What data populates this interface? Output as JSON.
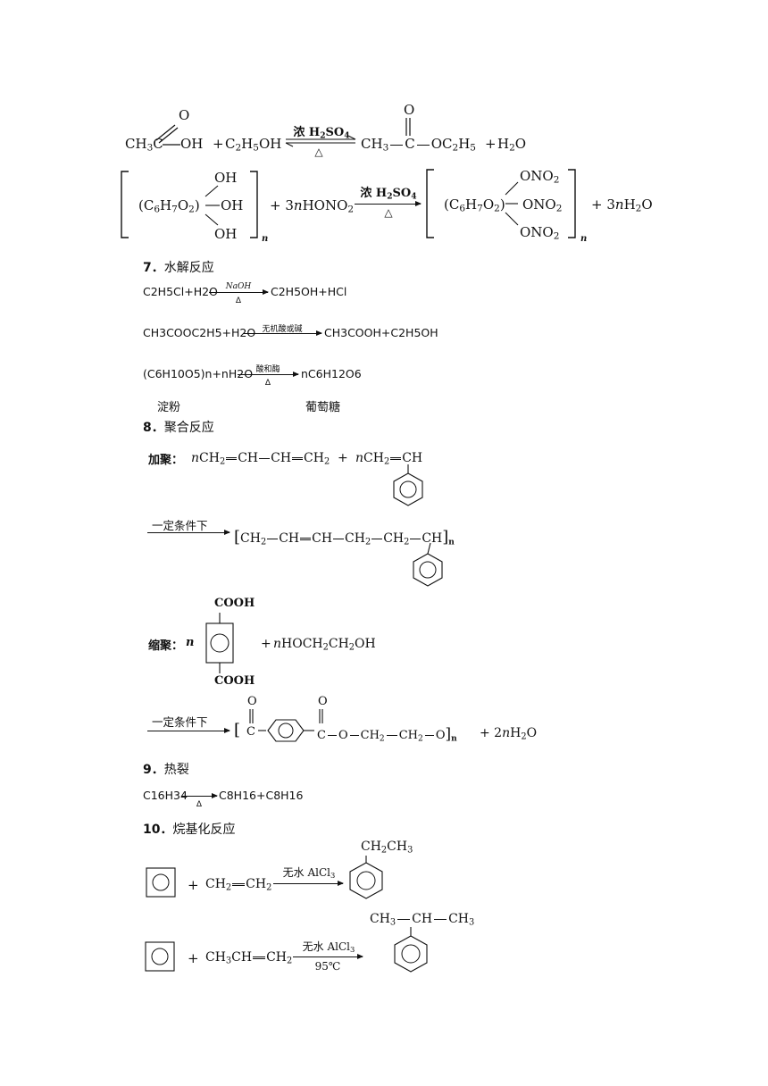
{
  "esterification": {
    "reactant1_left": "CH",
    "reactant1_sub": "3",
    "reactant1_c": "C",
    "reactant1_oh": "OH",
    "reactant1_o": "O",
    "plus1": "+",
    "reactant2_pre": "C",
    "reactant2_sub1": "2",
    "reactant2_mid": "H",
    "reactant2_sub2": "5",
    "reactant2_post": "OH",
    "catalyst_pre": "浓 H",
    "catalyst_sub1": "2",
    "catalyst_mid": "SO",
    "catalyst_sub2": "4",
    "heat": "△",
    "product_ch": "CH",
    "product_ch_sub": "3",
    "product_c": "C",
    "product_oc": "OC",
    "product_oc_sub1": "2",
    "product_h": "H",
    "product_h_sub": "5",
    "product_o": "O",
    "plus2": "+",
    "water_pre": "H",
    "water_sub": "2",
    "water_post": "O"
  },
  "nitration": {
    "unit_pre": "(C",
    "unit_sub1": "6",
    "unit_h": "H",
    "unit_sub2": "7",
    "unit_o": "O",
    "unit_sub3": "2",
    "unit_close": ")",
    "oh1": "OH",
    "oh2": "OH",
    "oh3": "OH",
    "n_sub": "n",
    "reagent": "+ 3",
    "reagent_n": "n",
    "reagent_post": "HONO",
    "reagent_sub": "2",
    "catalyst_pre": "浓 H",
    "catalyst_sub1": "2",
    "catalyst_mid": "SO",
    "catalyst_sub2": "4",
    "heat": "△",
    "ono2_pre": "ONO",
    "ono2_sub": "2",
    "product_n_sub": "n",
    "water": "+ 3",
    "water_n": "n",
    "water_h": "H",
    "water_sub": "2",
    "water_o": "O"
  },
  "section7": {
    "number": "7．",
    "title": "水解反应",
    "r1_left": "C2H5Cl+H2O",
    "r1_cond_top": "NaOH",
    "r1_cond_bottom": "Δ",
    "r1_right": "C2H5OH+HCl",
    "r2_left": "CH3COOC2H5+H2O",
    "r2_cond_top": "无机酸或碱",
    "r2_right": "CH3COOH+C2H5OH",
    "r3_left": "(C6H10O5)n+nH2O",
    "r3_cond_top": "酸和酶",
    "r3_cond_bottom": "Δ",
    "r3_right": "nC6H12O6",
    "label_left": "淀粉",
    "label_right": "葡萄糖"
  },
  "section8": {
    "number": "8．",
    "title": "聚合反应",
    "addition_label": "加聚：",
    "add_r1_n": "n",
    "add_r1": "CH",
    "add_r1_s": "2",
    "add_r1_b": "CH",
    "add_r1_c": "CH",
    "add_r1_d": "CH",
    "add_r1_ds": "2",
    "add_plus": "+",
    "add_r2_n": "n",
    "add_r2": "CH",
    "add_r2_s": "2",
    "add_r2_b": "CH",
    "condition": "一定条件下",
    "poly_a": "CH",
    "poly_as": "2",
    "poly_b": "CH",
    "poly_c": "CH",
    "poly_d": "CH",
    "poly_ds": "2",
    "poly_e": "CH",
    "poly_es": "2",
    "poly_f": "CH",
    "poly_n": "n",
    "condensation_label": "缩聚：",
    "cond_n": "n",
    "cooh_top": "COOH",
    "cooh_bottom": "COOH",
    "cond_plus": "+",
    "glycol_n": "n",
    "glycol": "HOCH",
    "glycol_s1": "2",
    "glycol_mid": "CH",
    "glycol_s2": "2",
    "glycol_end": "OH",
    "condition2": "一定条件下",
    "pe_c1": "C",
    "pe_o1": "O",
    "pe_c2": "C",
    "pe_o2": "O",
    "pe_o": "O",
    "pe_ch": "CH",
    "pe_ch_s": "2",
    "pe_ch2": "CH",
    "pe_ch2_s": "2",
    "pe_oend": "O",
    "pe_n": "n",
    "pe_water": "+ 2",
    "pe_water_n": "n",
    "pe_water_h": "H",
    "pe_water_s": "2",
    "pe_water_o": "O"
  },
  "section9": {
    "number": "9．",
    "title": "热裂",
    "left": "C16H34",
    "cond_bottom": "Δ",
    "right": "C8H16+C8H16"
  },
  "section10": {
    "number": "10．",
    "title": "烷基化反应",
    "r1_plus": "+",
    "r1_a": "CH",
    "r1_as": "2",
    "r1_b": "CH",
    "r1_bs": "2",
    "r1_cond_pre": "无水 AlCl",
    "r1_cond_sub": "3",
    "r1_prod_a": "CH",
    "r1_prod_as": "2",
    "r1_prod_b": "CH",
    "r1_prod_bs": "3",
    "r2_plus": "+",
    "r2_a": "CH",
    "r2_as": "3",
    "r2_b": "CH",
    "r2_c": "CH",
    "r2_cs": "2",
    "r2_cond_pre": "无水 AlCl",
    "r2_cond_sub": "3",
    "r2_cond_temp": "95℃",
    "r2_prod_a": "CH",
    "r2_prod_as": "3",
    "r2_prod_b": "CH",
    "r2_prod_c": "CH",
    "r2_prod_cs": "3"
  }
}
